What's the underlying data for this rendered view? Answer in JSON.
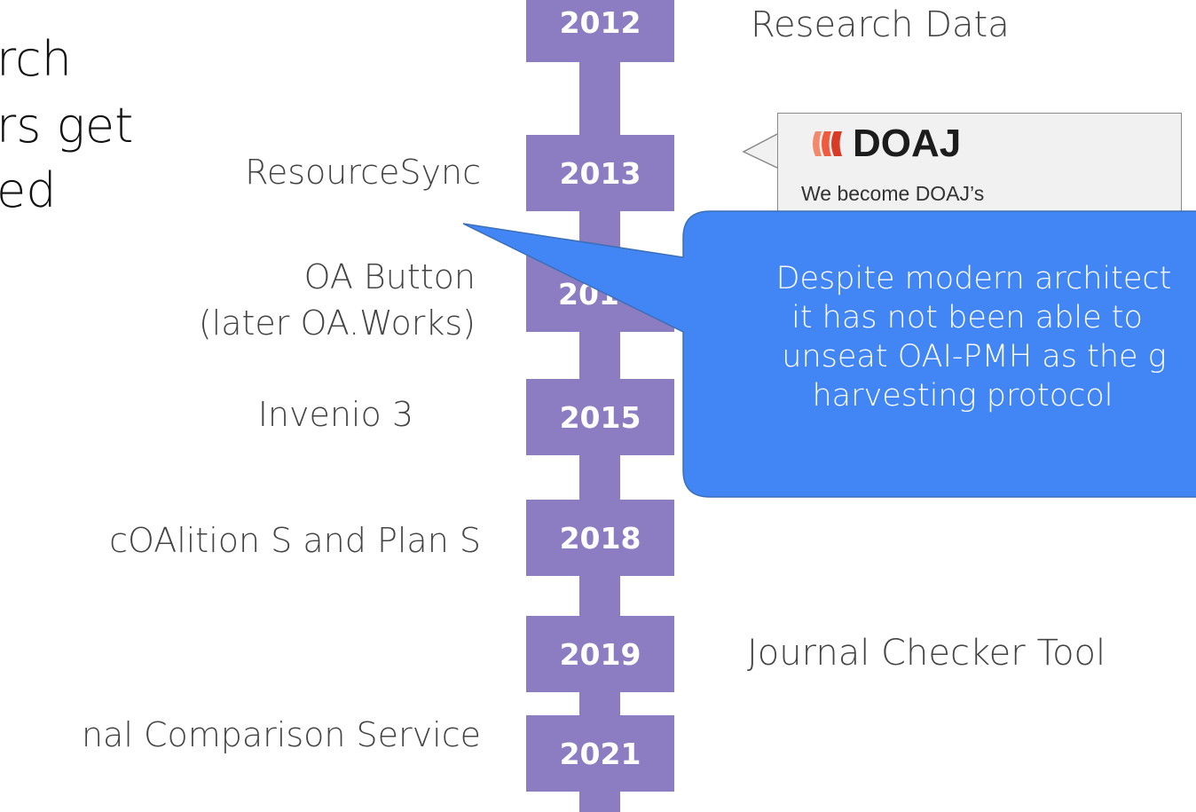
{
  "title_fragments": [
    "rch",
    "rs get",
    "ed"
  ],
  "years": [
    "2012",
    "2013",
    "201",
    "2015",
    "2018",
    "2019",
    "2021"
  ],
  "left_labels": {
    "resourcesync": "ResourceSync",
    "oa_button_1": "OA Button",
    "oa_button_2": "(later OA.Works)",
    "invenio": "Invenio 3",
    "coalition": "cOAlition S and Plan S",
    "comparison": "nal Comparison Service"
  },
  "right_labels": {
    "research_data": "Research Data",
    "journal_checker": "Journal Checker Tool"
  },
  "doaj": {
    "logo_text": "DOAJ",
    "caption": "We become DOAJ’s",
    "logo_colors": [
      "#f26a4b",
      "#e63c2c",
      "#c9302c"
    ]
  },
  "bubble": {
    "lines": [
      "Despite modern architect",
      "it has not been able to",
      "unseat OAI-PMH as the g",
      "harvesting protocol"
    ],
    "color": "#4285f4"
  },
  "spine_color": "#8c7cc1"
}
